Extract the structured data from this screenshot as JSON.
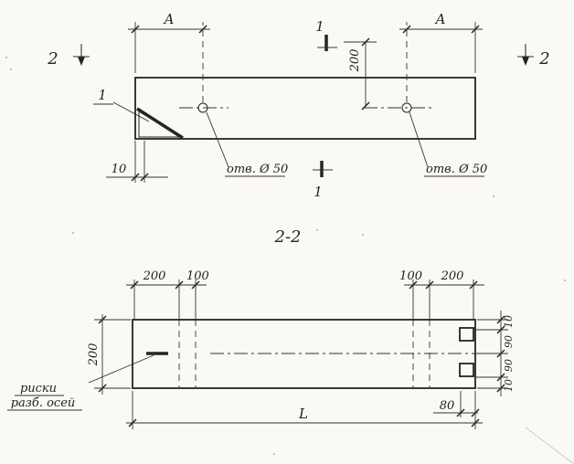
{
  "colors": {
    "ink": "#26241f",
    "paper": "#faf9f5"
  },
  "top_view": {
    "dim_a_left": "A",
    "dim_a_right": "A",
    "section1_top": "1",
    "section1_bottom": "1",
    "section2_left": "2",
    "section2_right": "2",
    "detail_callout": "1",
    "dim_200": "200",
    "dim_10": "10",
    "hole_label_left": "отв. Ø 50",
    "hole_label_right": "отв. Ø 50"
  },
  "section_view": {
    "title": "2-2",
    "top_dims_left": [
      "200",
      "100"
    ],
    "top_dims_right": [
      "100",
      "200"
    ],
    "height_dim": "200",
    "right_dims": [
      "10",
      "90",
      "90",
      "10"
    ],
    "dim_80": "80",
    "length_label": "L",
    "note_line1": "риски",
    "note_line2": "разб. осей"
  }
}
